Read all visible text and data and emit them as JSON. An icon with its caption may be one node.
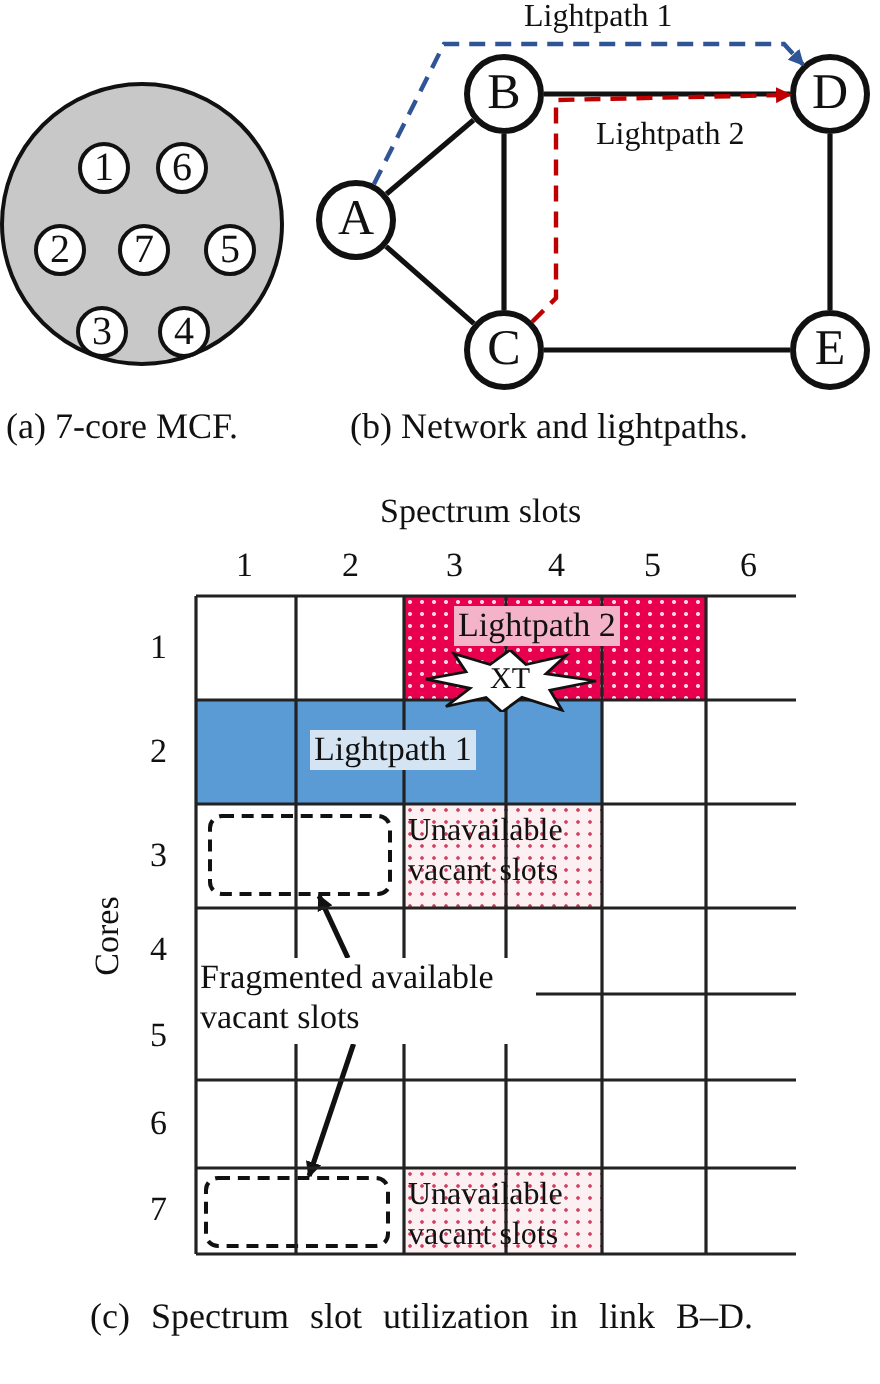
{
  "diagram": {
    "nodes": [
      {
        "text": [],
        "shape": "circle"
      },
      {
        "text": [
          "1"
        ],
        "in": 0
      },
      {
        "text": [
          "6"
        ],
        "in": 0
      },
      {
        "text": [
          "2"
        ],
        "in": 0
      },
      {
        "text": [
          "7"
        ],
        "in": 0
      },
      {
        "text": [
          "5"
        ],
        "in": 0
      },
      {
        "text": [
          "3"
        ],
        "in": 0
      },
      {
        "text": [
          "4"
        ],
        "in": 0
      },
      {
        "text": [
          "B"
        ]
      },
      {
        "text": [
          "D"
        ]
      },
      {
        "text": [
          "A"
        ]
      },
      {
        "text": [
          "C"
        ]
      },
      {
        "text": [
          "E"
        ]
      },
      {
        "text": [
          "Lightpath 2"
        ]
      },
      {
        "text": [
          "XT"
        ]
      },
      {
        "text": [
          "Lightpath 1"
        ]
      },
      {
        "text": [],
        "shape": "box"
      },
      {
        "text": [
          "Unavailable vacant slots"
        ]
      },
      {
        "text": [
          "Fragmented available vacant slots"
        ]
      },
      {
        "text": [],
        "shape": "box"
      },
      {
        "text": [
          "Unavailable vacant slots"
        ]
      }
    ],
    "edges": [
      {
        "from": 10,
        "to": 8,
        "arrow": "none"
      },
      {
        "from": 10,
        "to": 11,
        "arrow": "none"
      },
      {
        "from": 8,
        "to": 9,
        "arrow": "none"
      },
      {
        "from": 8,
        "to": 11,
        "arrow": "none"
      },
      {
        "from": 11,
        "to": 12,
        "arrow": "none"
      },
      {
        "from": 9,
        "to": 12,
        "arrow": "none"
      },
      {
        "from": 10,
        "to": 9,
        "arrow": "to",
        "label": "Lightpath 1",
        "style": "dashed",
        "color": "#2f5597"
      },
      {
        "from": 11,
        "to": 9,
        "arrow": "to",
        "label": "Lightpath 2",
        "style": "dashed",
        "color": "#c00000"
      },
      {
        "from": 18,
        "to": 16,
        "arrow": "to"
      },
      {
        "from": 18,
        "to": 19,
        "arrow": "to"
      }
    ],
    "labels": [
      "(a) 7-core MCF.",
      "(b) Network and lightpaths.",
      "Spectrum slots",
      "1",
      "2",
      "3",
      "4",
      "5",
      "6",
      "1",
      "2",
      "3",
      "Cores",
      "4",
      "5",
      "6",
      "7",
      "(c) Spectrum slot utilization in link B–D."
    ]
  }
}
